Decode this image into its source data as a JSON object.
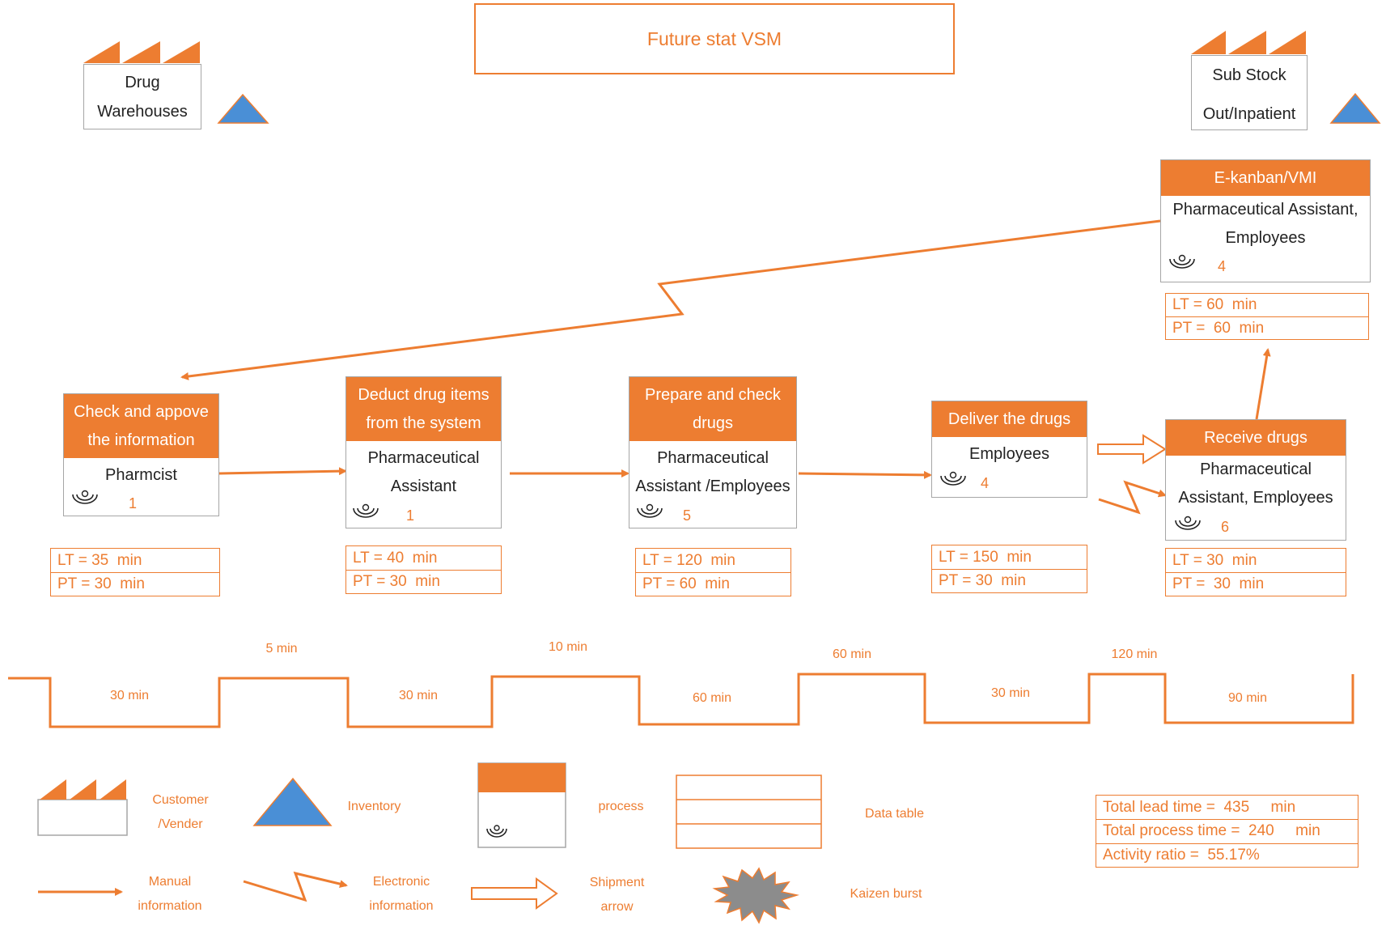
{
  "title": "Future stat VSM",
  "colors": {
    "accent": "#ed7d31",
    "inventory": "#4a8fd6",
    "border": "#a6a6a6",
    "burst": "#8c8c8c"
  },
  "suppliers": [
    {
      "lines": [
        "Drug",
        "Warehouses"
      ]
    },
    {
      "lines": [
        "Sub Stock",
        "Out/Inpatient"
      ]
    }
  ],
  "processes": [
    {
      "head": [
        "Check and appove",
        "the information"
      ],
      "body": [
        "Pharmcist"
      ],
      "operators": "1",
      "lt": "LT = 35  min",
      "pt": "PT = 30  min"
    },
    {
      "head": [
        "Deduct drug items",
        "from the system"
      ],
      "body": [
        "Pharmaceutical",
        "Assistant"
      ],
      "operators": "1",
      "lt": "LT = 40  min",
      "pt": "PT = 30  min"
    },
    {
      "head": [
        "Prepare and check",
        "drugs"
      ],
      "body": [
        "Pharmaceutical",
        "Assistant /Employees"
      ],
      "operators": "5",
      "lt": "LT = 120  min",
      "pt": "PT = 60  min"
    },
    {
      "head": [
        "Deliver the drugs"
      ],
      "body": [
        "Employees"
      ],
      "operators": "4",
      "lt": "LT = 150  min",
      "pt": "PT = 30  min"
    },
    {
      "head": [
        "Receive drugs"
      ],
      "body": [
        "Pharmaceutical",
        "Assistant, Employees"
      ],
      "operators": "6",
      "lt": "LT = 30  min",
      "pt": "PT =  30  min"
    },
    {
      "head": [
        "E-kanban/VMI"
      ],
      "body": [
        "Pharmaceutical Assistant,",
        "Employees"
      ],
      "operators": "4",
      "lt": "LT = 60  min",
      "pt": "PT =  60  min"
    }
  ],
  "timeline": {
    "upper": [
      "5 min",
      "10 min",
      "60 min",
      "120 min"
    ],
    "lower": [
      "30 min",
      "30 min",
      "60 min",
      "30 min",
      "90 min"
    ]
  },
  "legend": {
    "customer": [
      "Customer",
      "/Vender"
    ],
    "inventory": "Inventory",
    "process": "process",
    "data_table": "Data table",
    "manual": [
      "Manual",
      "information"
    ],
    "electronic": [
      "Electronic",
      "information"
    ],
    "shipment": [
      "Shipment",
      "arrow"
    ],
    "kaizen": "Kaizen burst"
  },
  "summary": {
    "total_lead_time": "Total lead time =  435     min",
    "total_process_time": "Total process time =  240     min",
    "activity_ratio": "Activity ratio =  55.17%"
  }
}
